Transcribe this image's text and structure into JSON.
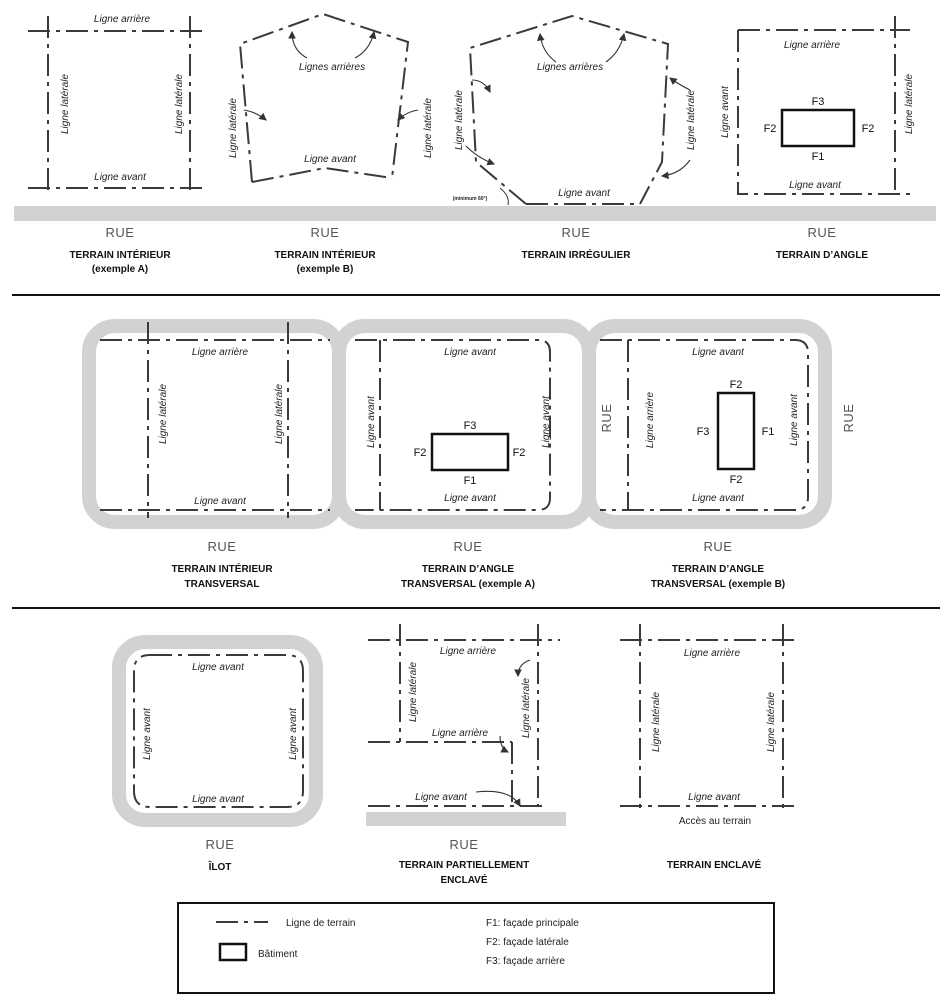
{
  "labels": {
    "ligne_arriere": "Ligne arrière",
    "lignes_arrieres": "Lignes arrières",
    "ligne_laterale": "Ligne latérale",
    "ligne_avant": "Ligne avant",
    "rue": "RUE",
    "minimum": "(minimum 60°)",
    "acces": "Accès au terrain",
    "f1": "F1",
    "f2": "F2",
    "f3": "F3"
  },
  "captions": {
    "interieur_a": [
      "TERRAIN INTÉRIEUR",
      "(exemple A)"
    ],
    "interieur_b": [
      "TERRAIN INTÉRIEUR",
      "(exemple B)"
    ],
    "irregulier": [
      "TERRAIN IRRÉGULIER"
    ],
    "angle": [
      "TERRAIN D’ANGLE"
    ],
    "interieur_transversal": [
      "TERRAIN INTÉRIEUR",
      "TRANSVERSAL"
    ],
    "angle_transversal_a": [
      "TERRAIN D’ANGLE",
      "TRANSVERSAL (exemple A)"
    ],
    "angle_transversal_b": [
      "TERRAIN D’ANGLE",
      "TRANSVERSAL (exemple B)"
    ],
    "ilot": [
      "ÎLOT"
    ],
    "partiellement_enclave": [
      "TERRAIN PARTIELLEMENT",
      "ENCLAVÉ"
    ],
    "enclave": [
      "TERRAIN ENCLAVÉ"
    ]
  },
  "legend": {
    "ligne_de_terrain": "Ligne de terrain",
    "batiment": "Bâtiment",
    "f1": "F1:  façade principale",
    "f2": "F2:  façade latérale",
    "f3": "F3:  façade arrière"
  }
}
